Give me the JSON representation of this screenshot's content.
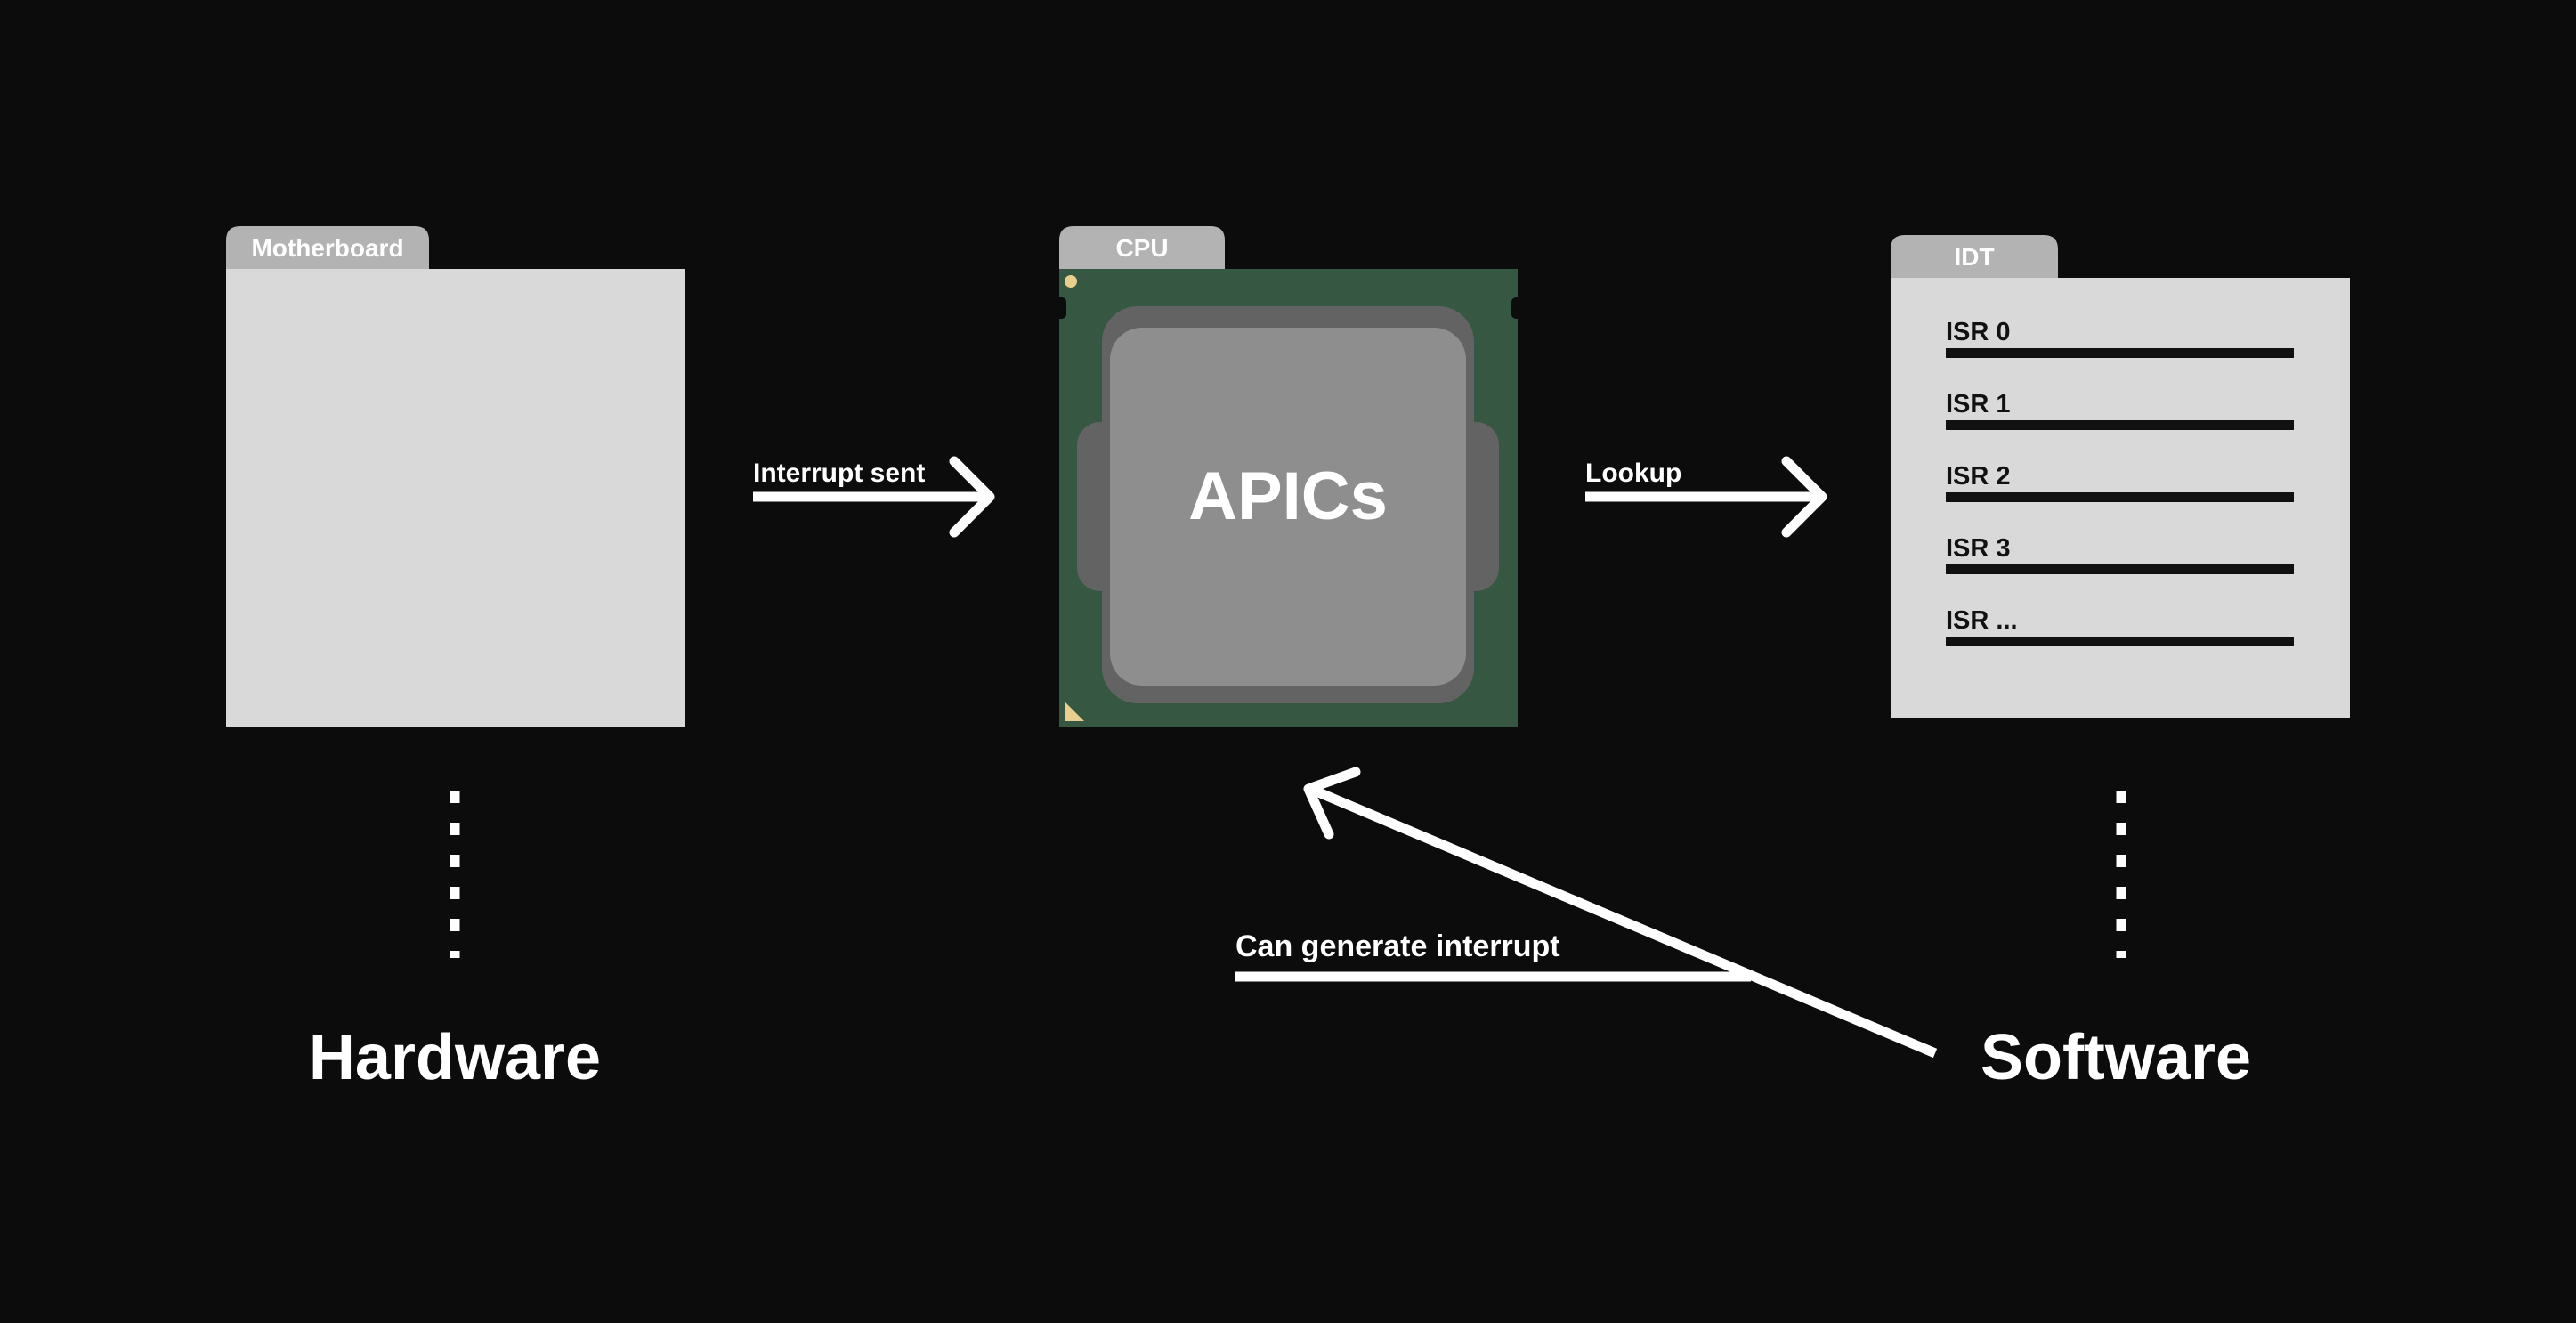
{
  "panels": {
    "motherboard": {
      "tab_label": "Motherboard"
    },
    "cpu": {
      "tab_label": "CPU",
      "core_label": "APICs"
    },
    "idt": {
      "tab_label": "IDT",
      "entries": [
        "ISR 0",
        "ISR 1",
        "ISR 2",
        "ISR 3",
        "ISR ..."
      ]
    }
  },
  "arrows": {
    "interrupt_sent": "Interrupt sent",
    "lookup": "Lookup",
    "can_generate_interrupt": "Can generate interrupt"
  },
  "categories": {
    "hardware": "Hardware",
    "software": "Software"
  },
  "colors": {
    "background": "#0c0c0c",
    "panel": "#d9d9d9",
    "tab": "#b3b3b3",
    "cpu_board": "#365842",
    "cpu_shadow": "#636363",
    "cpu_die": "#8e8e8e",
    "cpu_marker": "#e8cf8e",
    "line": "#ffffff",
    "idt_bar": "#111111"
  }
}
